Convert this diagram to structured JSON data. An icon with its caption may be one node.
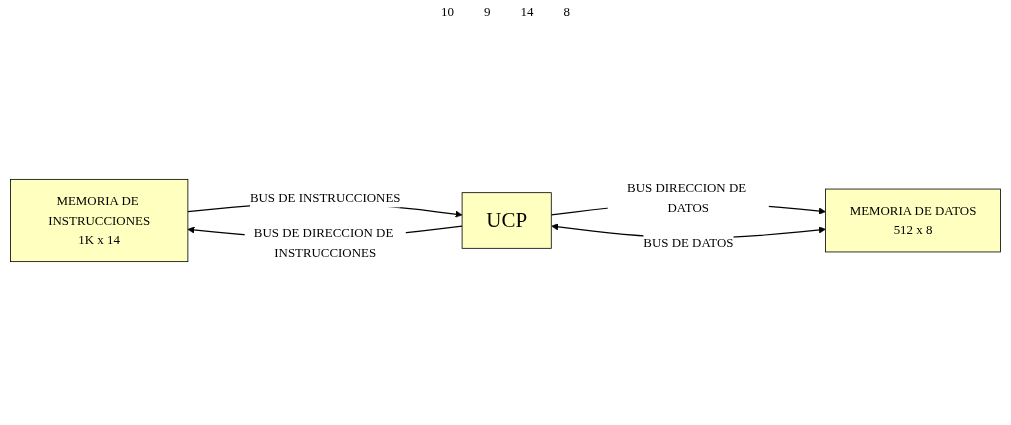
{
  "diagram": {
    "nodes": [
      {
        "text": [
          "MEMORIA DE INSTRUCCIONES",
          "1K x 14"
        ]
      },
      {
        "text": [
          "UCP"
        ]
      },
      {
        "text": [
          "MEMORIA DE DATOS",
          "512 x 8"
        ]
      }
    ],
    "edges": [
      {
        "from": 1,
        "to": 0,
        "arrow": "to",
        "label": "BUS DE DIRECCION DE INSTRUCCIONES"
      },
      {
        "from": 0,
        "to": 1,
        "arrow": "to",
        "label": "BUS DE INSTRUCCIONES"
      },
      {
        "from": 1,
        "to": 2,
        "arrow": "to",
        "label": "BUS DIRECCION DE DATOS"
      },
      {
        "from": 1,
        "to": 2,
        "arrow": "both",
        "label": "BUS DE DATOS"
      }
    ],
    "labels": [
      "10",
      "9",
      "14",
      "8"
    ]
  }
}
